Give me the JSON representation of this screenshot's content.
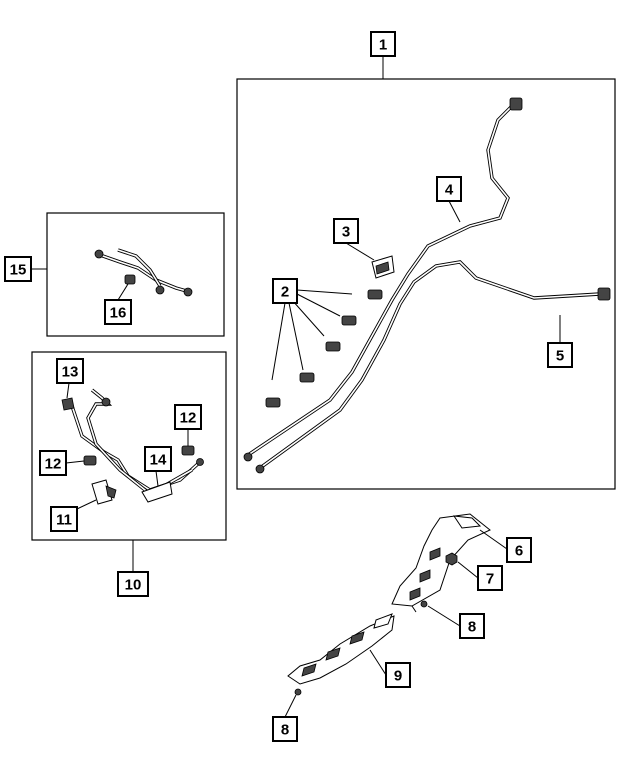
{
  "callouts": [
    {
      "label": "1"
    },
    {
      "label": "2"
    },
    {
      "label": "3"
    },
    {
      "label": "4"
    },
    {
      "label": "5"
    },
    {
      "label": "6"
    },
    {
      "label": "7"
    },
    {
      "label": "8"
    },
    {
      "label": "8"
    },
    {
      "label": "9"
    },
    {
      "label": "10"
    },
    {
      "label": "11"
    },
    {
      "label": "12"
    },
    {
      "label": "12"
    },
    {
      "label": "13"
    },
    {
      "label": "14"
    },
    {
      "label": "15"
    },
    {
      "label": "16"
    }
  ],
  "colors": {
    "line": "#000000",
    "background": "#ffffff"
  }
}
